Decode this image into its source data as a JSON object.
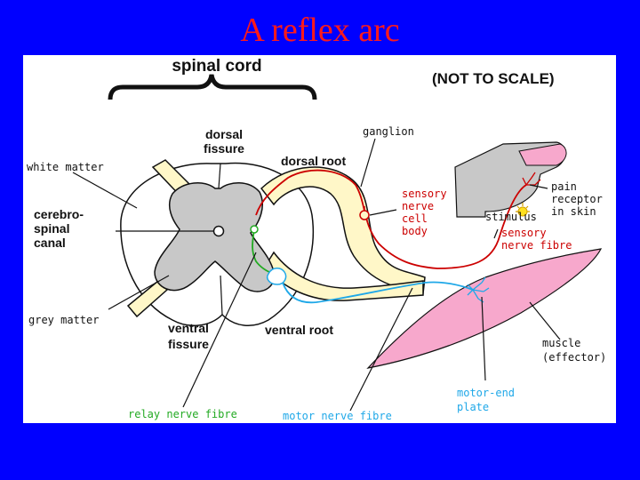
{
  "title": "A reflex arc",
  "labels": {
    "spinal_cord": "spinal cord",
    "not_to_scale": "(NOT TO SCALE)",
    "dorsal_fissure_1": "dorsal",
    "dorsal_fissure_2": "fissure",
    "ganglion": "ganglion",
    "dorsal_root": "dorsal root",
    "white_matter": "white matter",
    "csf_1": "cerebro-",
    "csf_2": "spinal",
    "csf_3": "canal",
    "grey_matter": "grey matter",
    "ventral_fissure_1": "ventral",
    "ventral_fissure_2": "fissure",
    "ventral_root": "ventral root",
    "sensory_cell_1": "sensory",
    "sensory_cell_2": "nerve",
    "sensory_cell_3": "cell",
    "sensory_cell_4": "body",
    "pain_receptor_1": "pain",
    "pain_receptor_2": "receptor",
    "pain_receptor_3": "in skin",
    "stimulus": "stimulus",
    "sensory_fibre_1": "sensory",
    "sensory_fibre_2": "nerve fibre",
    "muscle_1": "muscle",
    "muscle_2": "(effector)",
    "motor_end_1": "motor-end",
    "motor_end_2": "plate",
    "relay_fibre": "relay nerve fibre",
    "motor_fibre": "motor nerve fibre"
  },
  "colors": {
    "background": "#0000ff",
    "title": "#ff1a1a",
    "grey_matter": "#c8c8c8",
    "root": "#fff7c8",
    "sensory": "#cc0000",
    "relay": "#22aa22",
    "motor": "#1fa8e8",
    "muscle": "#f7a8cc",
    "skin": "#c8c8c8",
    "stimulus": "#ffe020"
  }
}
